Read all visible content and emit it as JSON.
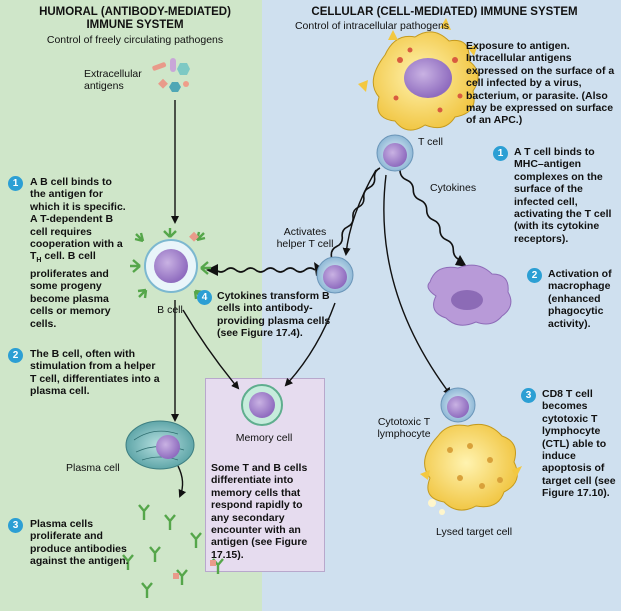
{
  "humoral": {
    "title_line1": "HUMORAL (ANTIBODY-MEDIATED)",
    "title_line2": "IMMUNE SYSTEM",
    "subtitle": "Control of freely circulating pathogens",
    "extracellular_antigens": "Extracellular antigens",
    "step1": "A B cell binds to the antigen for which it is specific. A T-dependent B cell requires cooperation with a T",
    "step1_sub": "H",
    "step1_rest": " cell. B cell proliferates and some progeny become plasma cells or memory cells.",
    "b_cell": "B cell",
    "step2": "The B cell, often with stimulation from a helper T cell, differentiates into a plasma cell.",
    "plasma_cell": "Plasma cell",
    "step3": "Plasma cells proliferate and produce antibodies against the antigen."
  },
  "cellular": {
    "title": "CELLULAR (CELL-MEDIATED) IMMUNE SYSTEM",
    "subtitle": "Control of intracellular pathogens",
    "exposure": "Exposure to antigen. Intracellular antigens expressed on the surface of a cell infected by a virus, bacterium, or parasite. (Also may be expressed on surface of an APC.)",
    "t_cell": "T cell",
    "step1": "A T cell binds to MHC–antigen complexes on the surface of the infected cell, activating the T cell (with its cytokine receptors).",
    "cytokines": "Cytokines",
    "activates_helper": "Activates helper T cell",
    "step2": "Activation of macrophage (enhanced phagocytic activity).",
    "step4": "Cytokines transform B cells into antibody-providing plasma cells (see Figure 17.4).",
    "step3": "CD8 T cell becomes cytotoxic T lymphocyte (CTL) able to induce apoptosis of target cell (see Figure 17.10).",
    "cytotoxic": "Cytotoxic T lymphocyte",
    "lysed": "Lysed target cell"
  },
  "memory": {
    "label": "Memory cell",
    "text": "Some T and B cells differentiate into memory cells that respond rapidly to any secondary encounter with an antigen (see Figure 17.15)."
  },
  "steps": {
    "n1": "1",
    "n2": "2",
    "n3": "3",
    "n4": "4"
  }
}
